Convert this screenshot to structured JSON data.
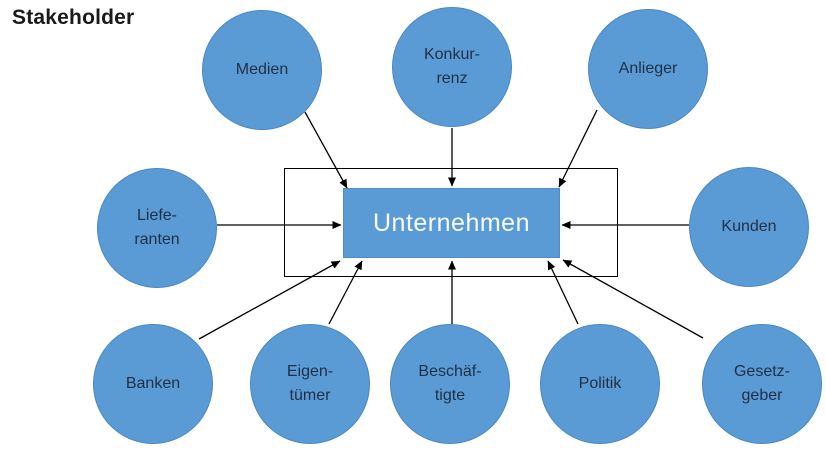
{
  "diagram": {
    "title": "Stakeholder",
    "center_label": "Unternehmen",
    "stakeholders": [
      {
        "id": "medien",
        "label": "Medien"
      },
      {
        "id": "konkurrenz",
        "label": "Konkur-\nrenz"
      },
      {
        "id": "anlieger",
        "label": "Anlieger"
      },
      {
        "id": "lieferanten",
        "label": "Liefe-\nranten"
      },
      {
        "id": "kunden",
        "label": "Kunden"
      },
      {
        "id": "banken",
        "label": "Banken"
      },
      {
        "id": "eigentuemer",
        "label": "Eigen-\ntümer"
      },
      {
        "id": "beschaeftigte",
        "label": "Beschäf-\ntigte"
      },
      {
        "id": "politik",
        "label": "Politik"
      },
      {
        "id": "gesetzgeber",
        "label": "Gesetz-\ngeber"
      }
    ],
    "colors": {
      "circle_fill": "#5B9BD5",
      "circle_border": "#4A88C2",
      "circle_text": "#1F3045",
      "center_fill": "#5B9BD5",
      "center_text": "#FFFFFF",
      "frame_border": "#000000",
      "arrow": "#000000"
    }
  }
}
